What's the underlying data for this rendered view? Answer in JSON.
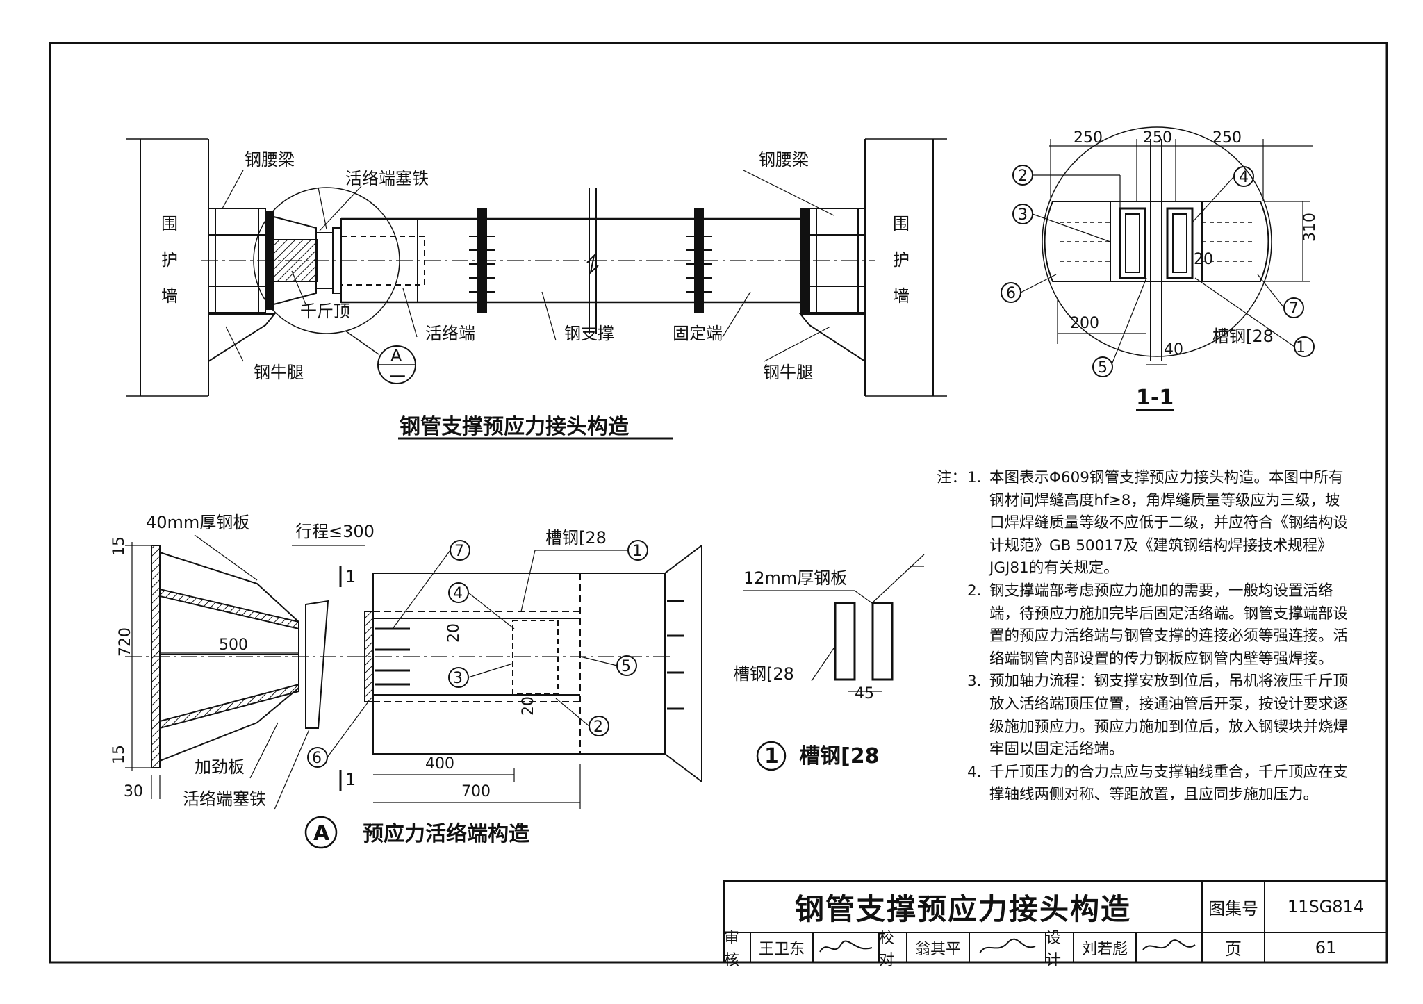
{
  "drawing": {
    "main_view": {
      "title": "钢管支撑预应力接头构造",
      "labels": {
        "wall_left": [
          "围",
          "护",
          "墙"
        ],
        "wall_right": [
          "围",
          "护",
          "墙"
        ],
        "waist_beam_left": "钢腰梁",
        "waist_beam_right": "钢腰梁",
        "live_end_shim": "活络端塞铁",
        "jack": "千斤顶",
        "live_end": "活络端",
        "steel_strut": "钢支撑",
        "fixed_end": "固定端",
        "bracket_left": "钢牛腿",
        "bracket_right": "钢牛腿",
        "detail_mark_letter": "A",
        "detail_mark_sub": "—"
      }
    },
    "section_1_1": {
      "title": "1-1",
      "dims": [
        "250",
        "250",
        "250",
        "310",
        "200",
        "40",
        "20"
      ],
      "channel": "槽钢[28",
      "markers": [
        "1",
        "2",
        "3",
        "4",
        "5",
        "6",
        "7"
      ]
    },
    "detail_A": {
      "mark": "A",
      "title": "预应力活络端构造",
      "labels": {
        "plate_40": "40mm厚钢板",
        "stroke": "行程≤300",
        "channel": "槽钢[28",
        "stiffener": "加劲板",
        "shim": "活络端塞铁",
        "section_mark": "1"
      },
      "dims": [
        "15",
        "720",
        "15",
        "500",
        "30",
        "400",
        "700",
        "20",
        "20"
      ],
      "markers": [
        "1",
        "2",
        "3",
        "4",
        "5",
        "6",
        "7"
      ]
    },
    "detail_1": {
      "plate_12": "12mm厚钢板",
      "channel": "槽钢[28",
      "dim": "45",
      "mark": "1",
      "title": "槽钢[28"
    }
  },
  "notes": {
    "head": "注：",
    "items": [
      {
        "num": "1.",
        "text": "本图表示Φ609钢管支撑预应力接头构造。本图中所有钢材间焊缝高度hf≥8，角焊缝质量等级应为三级，坡口焊焊缝质量等级不应低于二级，并应符合《钢结构设计规范》GB 50017及《建筑钢结构焊接技术规程》JGJ81的有关规定。"
      },
      {
        "num": "2.",
        "text": "钢支撑端部考虑预应力施加的需要，一般均设置活络端，待预应力施加完毕后固定活络端。钢管支撑端部设置的预应力活络端与钢管支撑的连接必须等强连接。活络端钢管内部设置的传力钢板应钢管内壁等强焊接。"
      },
      {
        "num": "3.",
        "text": "预加轴力流程：钢支撑安放到位后，吊机将液压千斤顶放入活络端顶压位置，接通油管后开泵，按设计要求逐级施加预应力。预应力施加到位后，放入钢锲块并烧焊牢固以固定活络端。"
      },
      {
        "num": "4.",
        "text": "千斤顶压力的合力点应与支撑轴线重合，千斤顶应在支撑轴线两侧对称、等距放置，且应同步施加压力。"
      }
    ]
  },
  "title_block": {
    "title": "钢管支撑预应力接头构造",
    "atlas_label": "图集号",
    "atlas_no": "11SG814",
    "page_label": "页",
    "page_no": "61",
    "review_label": "审核",
    "reviewer": "王卫东",
    "check_label": "校对",
    "checker": "翁其平",
    "design_label": "设计",
    "designer": "刘若彪"
  }
}
